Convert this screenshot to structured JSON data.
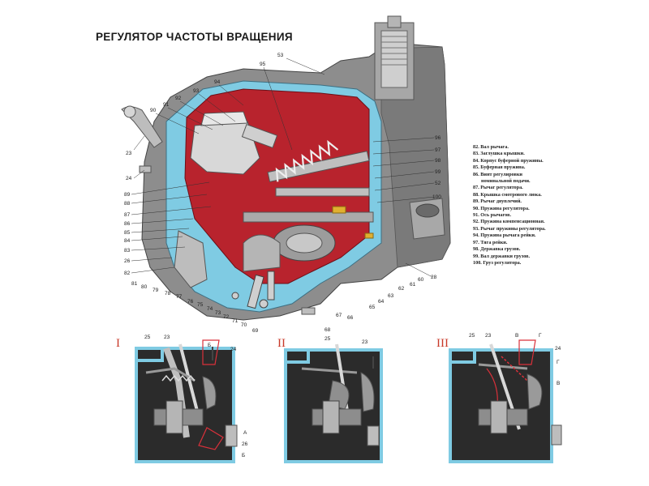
{
  "title": "РЕГУЛЯТОР ЧАСТОТЫ ВРАЩЕНИЯ",
  "legend": [
    "82. Вал рычага.",
    "83. Заглушка крышки.",
    "84. Корпус буферной пружины.",
    "85. Буферная пружина.",
    "86. Винт регулировки",
    "номинальной подачи.",
    "87. Рычаг регулятора.",
    "88. Крышка смотрового люка.",
    "89. Рычаг двуплечий.",
    "90. Пружина регулятора.",
    "91. Ось рычагов.",
    "92. Пружина компенсационная.",
    "93. Рычаг пружины регулятора.",
    "94. Пружина рычага рейки.",
    "97. Тяга рейки.",
    "98. Державка грузов.",
    "99. Вал державки грузов.",
    "100. Груз регулятора."
  ],
  "callouts": {
    "main": [
      "53",
      "95",
      "94",
      "93",
      "92",
      "91",
      "90",
      "23",
      "24",
      "89",
      "88",
      "87",
      "86",
      "85",
      "84",
      "83",
      "26",
      "82",
      "81",
      "80",
      "79",
      "78",
      "77",
      "76",
      "75",
      "74",
      "73",
      "72",
      "71",
      "70",
      "69",
      "68",
      "67",
      "66",
      "65",
      "64",
      "63",
      "62",
      "61",
      "60",
      "28",
      "96",
      "97",
      "98",
      "99",
      "52",
      "100"
    ],
    "detail": [
      "25",
      "23",
      "Б",
      "24",
      "А",
      "26",
      "Б",
      "25",
      "23",
      "25",
      "23",
      "В",
      "Г",
      "24",
      "Г",
      "В"
    ]
  },
  "detail_numerals": [
    "I",
    "II",
    "III"
  ],
  "colors": {
    "housing": "#8d8d8d",
    "housing_dark": "#5c5c5c",
    "cavity_red": "#b8232d",
    "cut_blue": "#7fcbe3",
    "outline_red": "#d9303a",
    "parts_light": "#d8d8d8"
  }
}
